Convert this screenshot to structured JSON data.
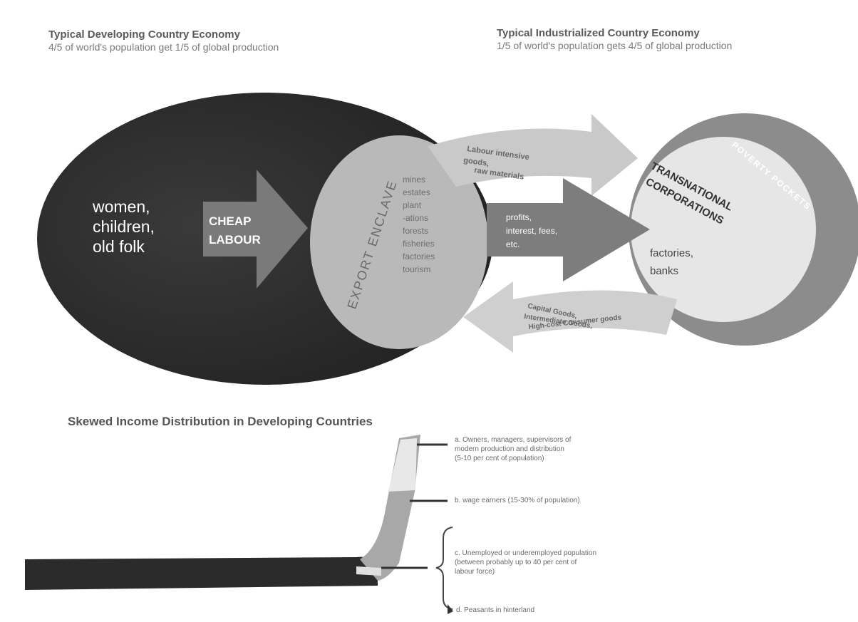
{
  "left_header": {
    "title": "Typical Developing Country Economy",
    "subtitle": "4/5 of world's population get 1/5 of global production"
  },
  "right_header": {
    "title": "Typical Industrialized Country Economy",
    "subtitle": "1/5 of world's population gets 4/5 of global production"
  },
  "left_oval": {
    "lines": [
      "women,",
      "children,",
      "old folk"
    ]
  },
  "cheap_labour": [
    "CHEAP",
    "LABOUR"
  ],
  "export_enclave": "EXPORT ENCLAVE",
  "enclave_items": [
    "mines",
    "estates",
    "plant",
    "-ations",
    "forests",
    "fisheries",
    "factories",
    "tourism"
  ],
  "top_arrow": [
    "Labour intensive",
    "goods,",
    "raw materials"
  ],
  "middle_arrow": [
    "profits,",
    "interest, fees,",
    "etc."
  ],
  "bottom_arrow": [
    "Capital Goods,",
    "Intermediate Goods,",
    "High-cost Consumer goods"
  ],
  "tnc": [
    "TRANSNATIONAL",
    "CORPORATIONS"
  ],
  "tnc_sub": [
    "factories,",
    "banks"
  ],
  "poverty_pockets": "POVERTY POCKETS",
  "skewed": {
    "title": "Skewed Income Distribution in Developing Countries",
    "notes": [
      [
        "a. Owners, managers, supervisors of",
        "modern production and distribution",
        "(5-10 per cent of population)"
      ],
      [
        "b. wage earners (15-30% of population)"
      ],
      [
        "c. Unemployed or underemployed population",
        "(between probably up to 40 per cent of",
        "labour force)"
      ],
      [
        "d. Peasants in hinterland"
      ]
    ]
  },
  "colors": {
    "dark_oval": "#2f2f2f",
    "enclave": "#b9b9b9",
    "arrow_light": "#c9c9c9",
    "arrow_mid": "#7d7d7d",
    "industrial": "#dcdcdc",
    "poverty_ring": "#8c8c8c"
  }
}
